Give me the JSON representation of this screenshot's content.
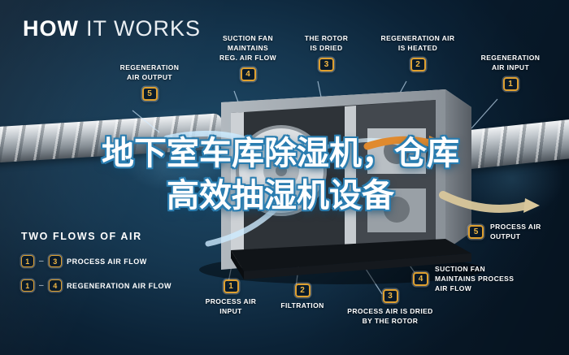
{
  "title": {
    "bold": "HOW",
    "light": "IT WORKS"
  },
  "overlay_text": {
    "line1": "地下室车库除湿机，仓库",
    "line2": "高效抽湿机设备"
  },
  "callouts": [
    {
      "badge": "5",
      "text": "REGENERATION\nAIR OUTPUT"
    },
    {
      "badge": "4",
      "text": "SUCTION FAN\nMAINTAINS\nREG. AIR FLOW"
    },
    {
      "badge": "3",
      "text": "THE ROTOR\nIS DRIED"
    },
    {
      "badge": "2",
      "text": "REGENERATION AIR\nIS HEATED"
    },
    {
      "badge": "1",
      "text": "REGENERATION\nAIR INPUT"
    },
    {
      "badge": "5",
      "text": "PROCESS AIR\nOUTPUT"
    },
    {
      "badge": "4",
      "text": "SUCTION FAN\nMAINTAINS PROCESS\nAIR FLOW"
    },
    {
      "badge": "3",
      "text": "PROCESS AIR IS DRIED\nBY THE ROTOR"
    },
    {
      "badge": "2",
      "text": "FILTRATION"
    },
    {
      "badge": "1",
      "text": "PROCESS AIR\nINPUT"
    }
  ],
  "legend": {
    "heading": "TWO FLOWS OF AIR",
    "rows": [
      {
        "start": "1",
        "end": "3",
        "label": "PROCESS AIR FLOW"
      },
      {
        "start": "1",
        "end": "4",
        "label": "REGENERATION AIR FLOW"
      }
    ]
  },
  "colors": {
    "background": "#12344e",
    "badge_gold": "#dfa02f",
    "text_white": "#ffffff",
    "airflow_blue": "#cdeaff",
    "heat_orange": "#e08a2e",
    "dry_air_tan": "#d9c79b",
    "overlay_outline_blue": "#2a7db0"
  }
}
